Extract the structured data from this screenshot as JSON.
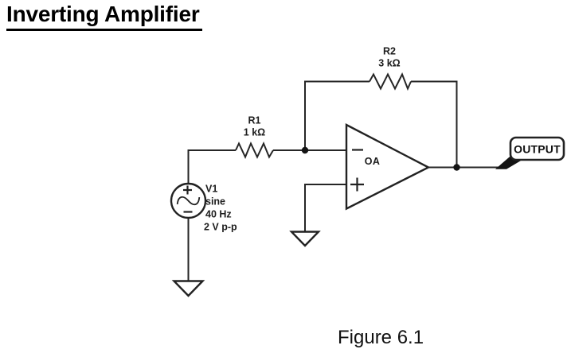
{
  "title": "Inverting Amplifier",
  "caption": "Figure 6.1",
  "colors": {
    "ink": "#1c1c1c",
    "background": "#ffffff"
  },
  "components": {
    "r1": {
      "designator": "R1",
      "value": "1 kΩ"
    },
    "r2": {
      "designator": "R2",
      "value": "3 kΩ"
    },
    "v1": {
      "designator": "V1",
      "waveform": "sine",
      "frequency": "40 Hz",
      "amplitude": "2 V p-p"
    },
    "opamp": {
      "designator": "OA",
      "inverting_sign": "−",
      "noninverting_sign": "+"
    },
    "output_flag": {
      "label": "OUTPUT"
    }
  }
}
